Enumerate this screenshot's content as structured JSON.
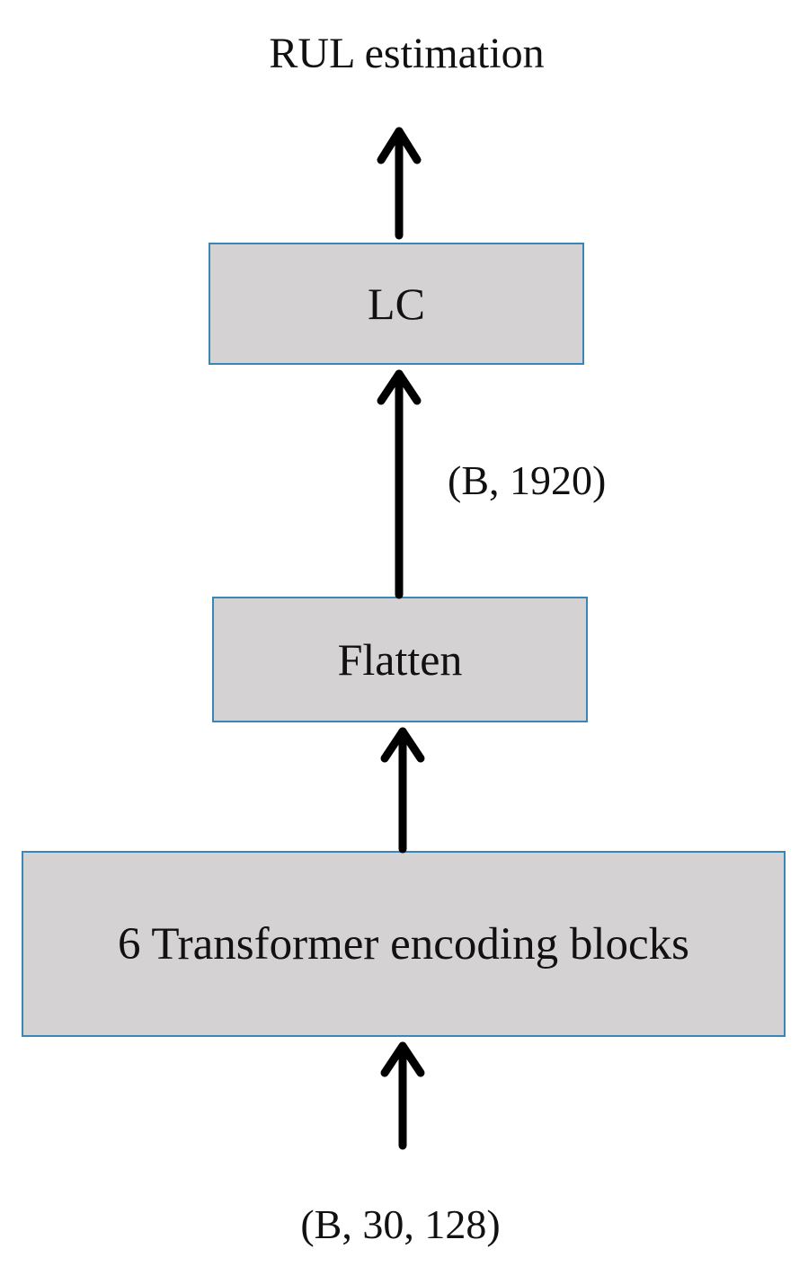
{
  "output": {
    "label": "RUL estimation"
  },
  "blocks": {
    "lc": "LC",
    "flatten": "Flatten",
    "transformer": "6 Transformer encoding blocks"
  },
  "dimensions": {
    "between_flatten_and_lc": "(B, 1920)",
    "input": "(B, 30, 128)"
  },
  "colors": {
    "box_fill": "#d4d2d3",
    "box_border": "#3b86b8",
    "arrow": "#000000",
    "text": "#111111"
  }
}
